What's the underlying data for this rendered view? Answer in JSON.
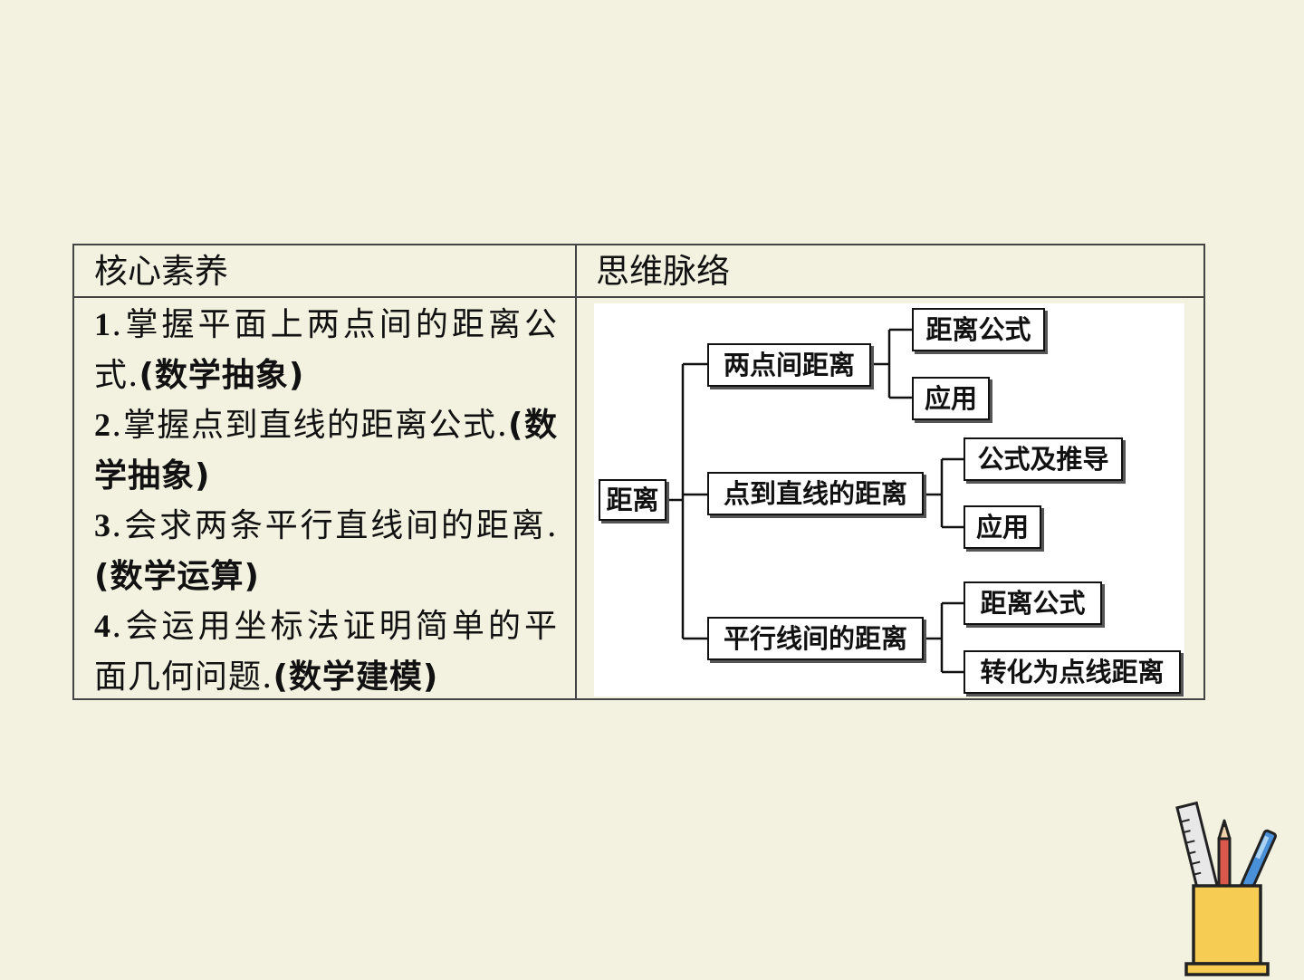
{
  "table": {
    "header_left": "核心素养",
    "header_right": "思维脉络",
    "items": [
      {
        "num": "1",
        "text": ".掌握平面上两点间的距离公式.",
        "tag": "(数学抽象)"
      },
      {
        "num": "2",
        "text": ".掌握点到直线的距离公式.",
        "tag": "(数学抽象)"
      },
      {
        "num": "3",
        "text": ".会求两条平行直线间的距离.",
        "tag": "(数学运算)"
      },
      {
        "num": "4",
        "text": ".会运用坐标法证明简单的平面几何问题.",
        "tag": "(数学建模)"
      }
    ]
  },
  "mindmap": {
    "root": "距离",
    "branches": [
      {
        "label": "两点间距离",
        "children": [
          "距离公式",
          "应用"
        ]
      },
      {
        "label": "点到直线的距离",
        "children": [
          "公式及推导",
          "应用"
        ]
      },
      {
        "label": "平行线间的距离",
        "children": [
          "距离公式",
          "转化为点线距离"
        ]
      }
    ]
  },
  "decoration": {
    "icon": "pencil-cup-icon",
    "cup_color": "#f6cd52"
  }
}
